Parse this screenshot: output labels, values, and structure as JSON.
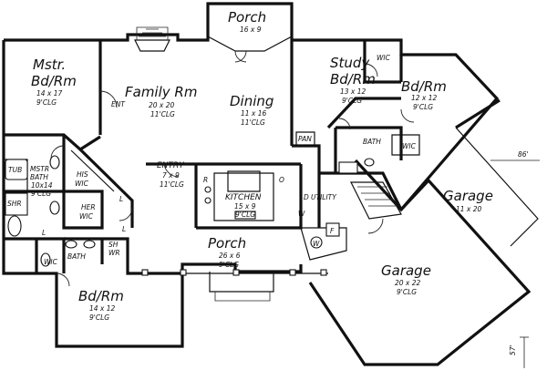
{
  "rooms": {
    "porch_top": {
      "name": "Porch",
      "size": "16 x 9"
    },
    "master_bedroom": {
      "name_1": "Mstr.",
      "name_2": "Bd/Rm",
      "size": "14 x 17",
      "clg": "9'CLG"
    },
    "family_room": {
      "name": "Family Rm",
      "size": "20 x 20",
      "clg": "11'CLG"
    },
    "dining": {
      "name": "Dining",
      "size": "11 x 16",
      "clg": "11'CLG"
    },
    "study": {
      "name_1": "Study",
      "name_2": "Bd/Rm",
      "size": "13 x 12",
      "clg": "9'CLG"
    },
    "bedroom_right": {
      "name": "Bd/Rm",
      "size": "12 x 12",
      "clg": "9'CLG"
    },
    "garage_upper": {
      "name": "Garage",
      "size": "11 x 20"
    },
    "garage_lower": {
      "name": "Garage",
      "size": "20 x 22",
      "clg": "9'CLG"
    },
    "kitchen": {
      "name": "KITCHEN",
      "size": "15 x 9",
      "clg": "9'CLG"
    },
    "entry": {
      "name": "ENTRY",
      "size": "7 x 9",
      "clg": "11'CLG"
    },
    "porch_front": {
      "name": "Porch",
      "size": "26 x 6",
      "clg": "9'CLG"
    },
    "bedroom_bottom": {
      "name": "Bd/Rm",
      "size": "14 x 12",
      "clg": "9'CLG"
    },
    "master_bath": {
      "name_1": "MSTR",
      "name_2": "BATH",
      "size": "10x14",
      "clg": "9'CLG"
    }
  },
  "labels": {
    "wic_study": "WIC",
    "wic_bath": "WIC",
    "wic_bottom": "WIC",
    "his_1": "HIS",
    "his_2": "WIC",
    "her_1": "HER",
    "her_2": "WIC",
    "tub": "TUB",
    "shr": "SHR",
    "ent": "ENT",
    "pan": "PAN",
    "bath_right": "BATH",
    "bath_bottom": "BATH",
    "utility": "UTILITY",
    "shwr_1": "SH",
    "shwr_2": "WR",
    "l1": "L",
    "l2": "L",
    "l3": "L",
    "r": "R",
    "o": "O",
    "d": "D",
    "w": "W",
    "f": "F",
    "w2": "W"
  },
  "dimensions": {
    "width": "86'",
    "depth": "57'"
  }
}
